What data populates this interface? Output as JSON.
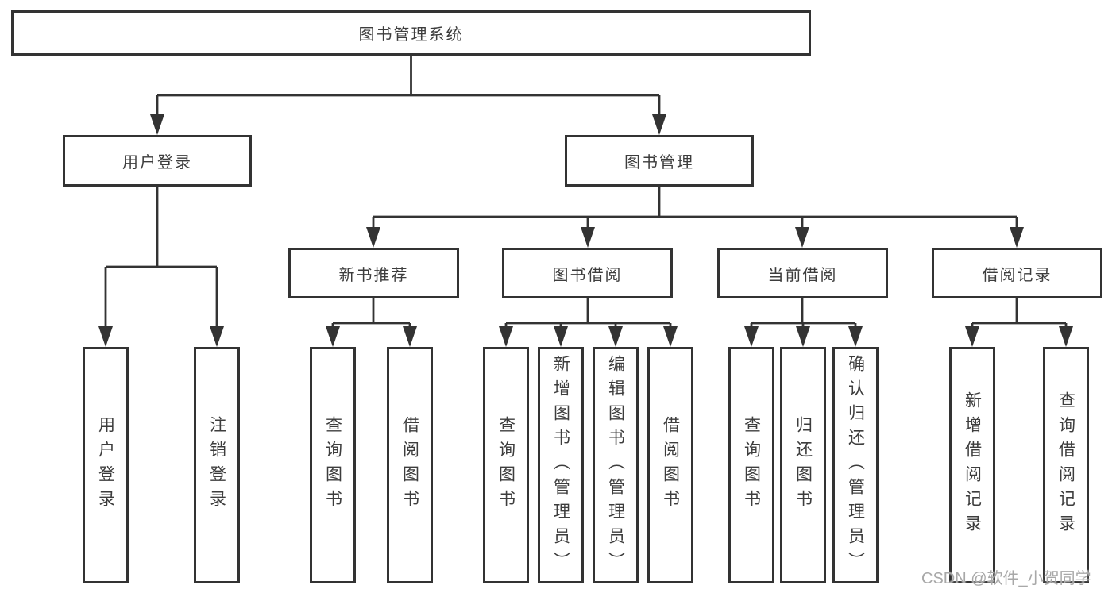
{
  "tree": {
    "label": "图书管理系统",
    "children": [
      {
        "label": "用户登录",
        "children": [
          {
            "label": "用户登录"
          },
          {
            "label": "注销登录"
          }
        ]
      },
      {
        "label": "图书管理",
        "children": [
          {
            "label": "新书推荐",
            "children": [
              {
                "label": "查询图书"
              },
              {
                "label": "借阅图书"
              }
            ]
          },
          {
            "label": "图书借阅",
            "children": [
              {
                "label": "查询图书"
              },
              {
                "label": "新增图书（管理员）"
              },
              {
                "label": "编辑图书（管理员）"
              },
              {
                "label": "借阅图书"
              }
            ]
          },
          {
            "label": "当前借阅",
            "children": [
              {
                "label": "查询图书"
              },
              {
                "label": "归还图书"
              },
              {
                "label": "确认归还（管理员）"
              }
            ]
          },
          {
            "label": "借阅记录",
            "children": [
              {
                "label": "新增借阅记录"
              },
              {
                "label": "查询借阅记录"
              }
            ]
          }
        ]
      }
    ]
  },
  "watermark": {
    "text": "CSDN @软件_小贺同学"
  },
  "colors": {
    "line": "#333333",
    "text": "#3d3d3d",
    "box-bg": "#ffffff",
    "watermark": "#a8a8a8",
    "background": "#ffffff"
  }
}
